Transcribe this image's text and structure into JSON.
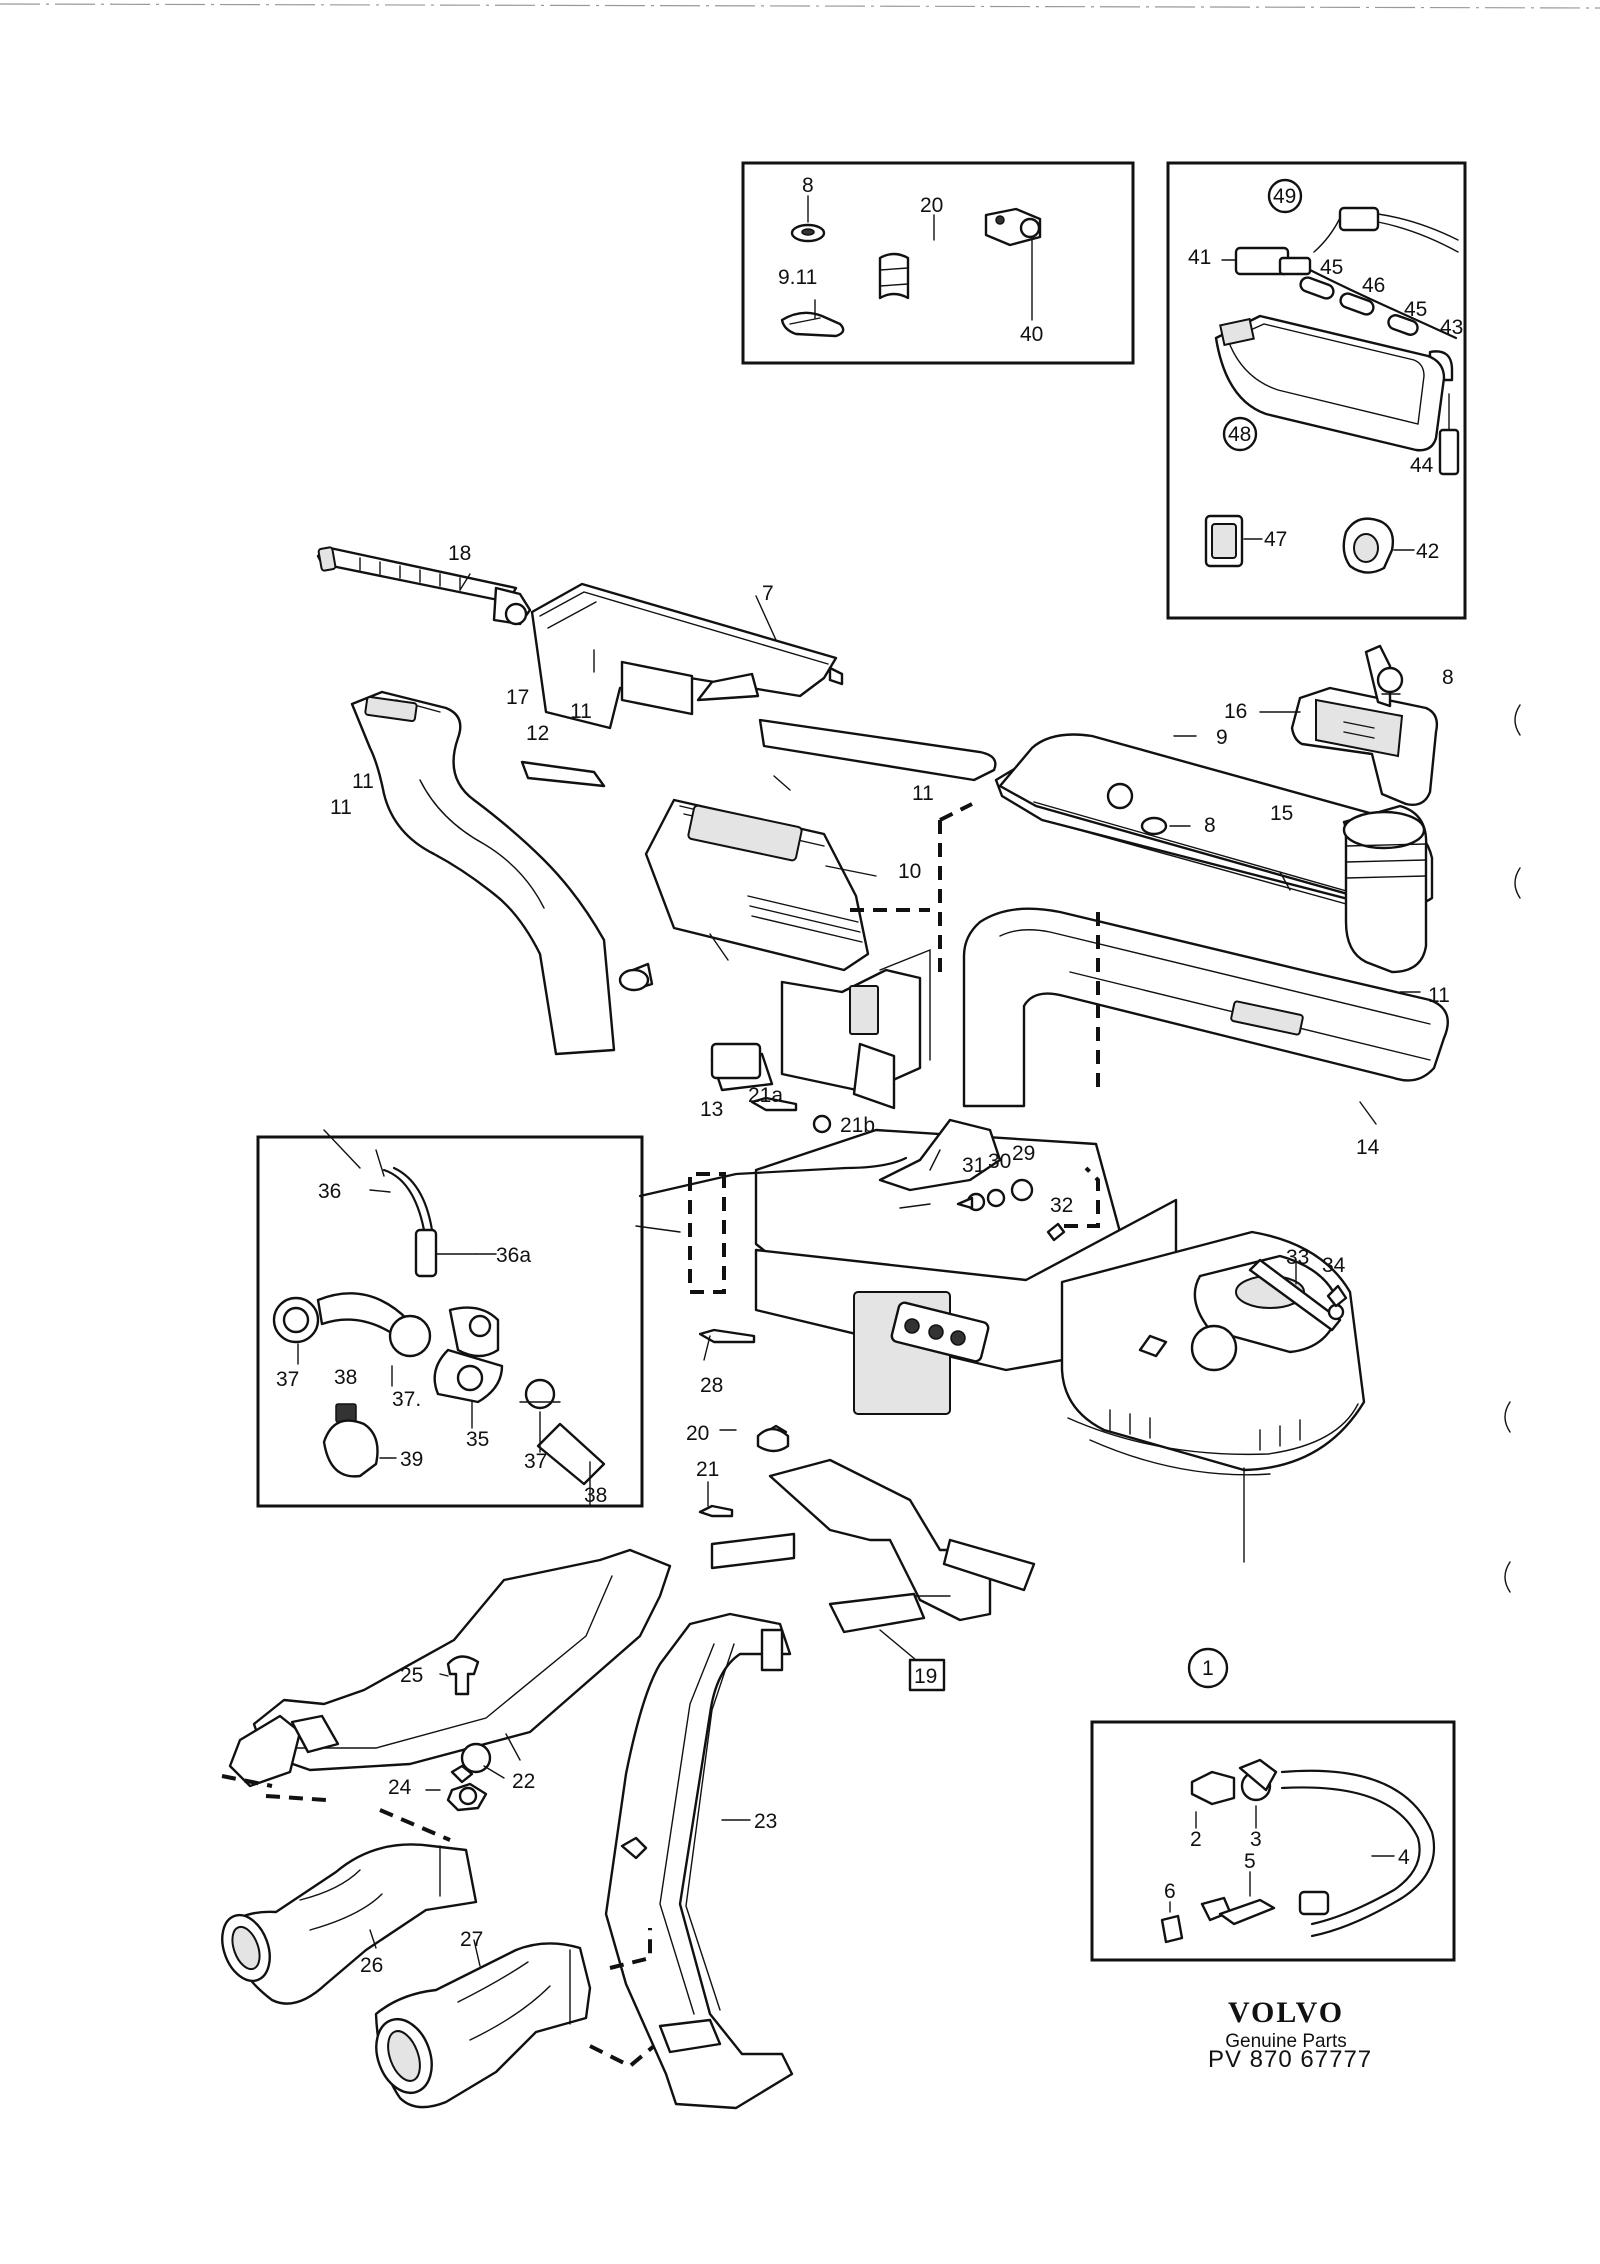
{
  "callouts": {
    "c1": "1",
    "c2": "2",
    "c3": "3",
    "c4": "4",
    "c5": "5",
    "c6": "6",
    "c7": "7",
    "c8a": "8",
    "c8b": "8",
    "c8c": "8",
    "c9a": "9",
    "c9_11": "9.11",
    "c10": "10",
    "c11a": "11",
    "c11b": "11",
    "c11c": "11",
    "c11d": "11",
    "c11e": "11",
    "c12": "12",
    "c13": "13",
    "c14": "14",
    "c15": "15",
    "c16": "16",
    "c17": "17",
    "c18": "18",
    "c19": "19",
    "c20a": "20",
    "c20b": "20",
    "c21": "21",
    "c21a": "21a",
    "c21b": "21b",
    "c22": "22",
    "c23": "23",
    "c24": "24",
    "c25": "25",
    "c26": "26",
    "c27": "27",
    "c28": "28",
    "c29": "29",
    "c30": "30",
    "c31": "31",
    "c32": "32",
    "c33": "33",
    "c34": "34",
    "c35": "35",
    "c36": "36",
    "c36a": "36a",
    "c37a": "37",
    "c37b": "37.",
    "c37c": "37",
    "c38a": "38",
    "c38b": "38",
    "c39": "39",
    "c40": "40",
    "c41": "41",
    "c42": "42",
    "c43": "43",
    "c44": "44",
    "c45a": "45",
    "c45b": "45",
    "c46": "46",
    "c47": "47",
    "c48": "48",
    "c49": "49"
  },
  "brand": {
    "logo": "VOLVO",
    "subtitle": "Genuine Parts",
    "code": "PV 870  67777"
  }
}
